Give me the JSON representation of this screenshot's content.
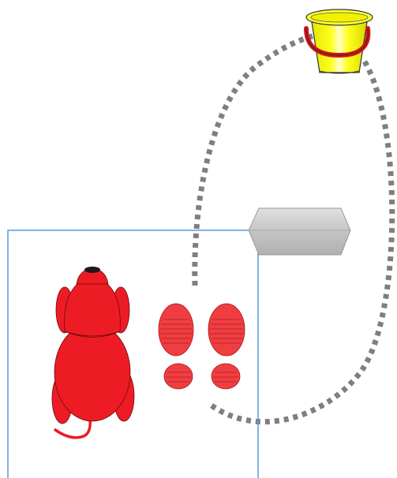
{
  "diagram": {
    "elements": [
      {
        "name": "arena-box",
        "kind": "enclosure"
      },
      {
        "name": "rat-icon",
        "kind": "animal"
      },
      {
        "name": "footprints-icon",
        "kind": "footprints",
        "count": 2
      },
      {
        "name": "obstacle-platform",
        "kind": "platform"
      },
      {
        "name": "bucket-icon",
        "kind": "bucket"
      },
      {
        "name": "dotted-path",
        "kind": "trajectory",
        "style": "dotted"
      }
    ],
    "colors": {
      "arena_border": "#5b9bd5",
      "rat": "#ed1c24",
      "footprints": "#ef3e42",
      "bucket": "#ffff00",
      "bucket_handle": "#e02020",
      "platform": "#c8c8c8",
      "path": "#7f7f7f"
    }
  }
}
